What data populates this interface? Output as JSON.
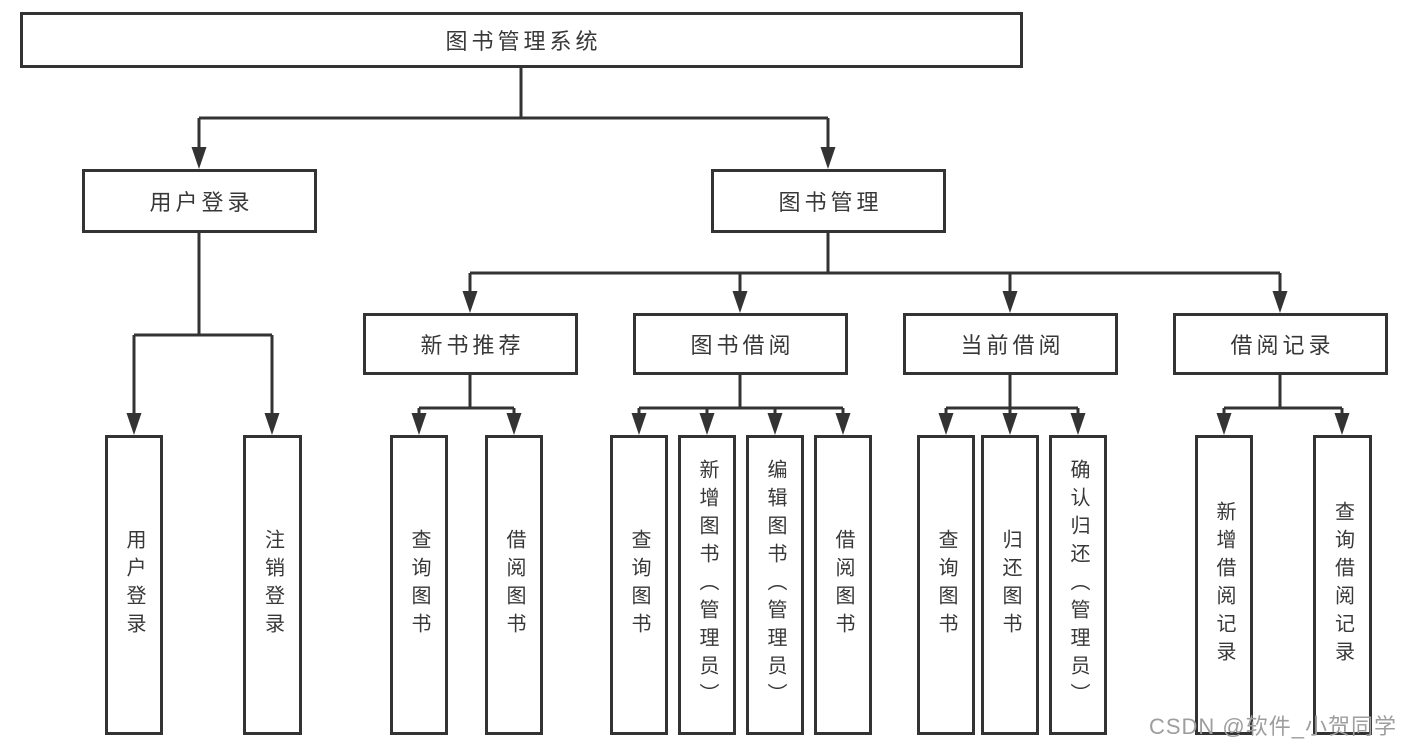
{
  "diagram": {
    "root": {
      "label": "图书管理系统"
    },
    "branches": [
      {
        "label": "用户登录",
        "children": [
          {
            "label": "用户登录"
          },
          {
            "label": "注销登录"
          }
        ]
      },
      {
        "label": "图书管理",
        "children": [
          {
            "label": "新书推荐",
            "children": [
              {
                "label": "查询图书"
              },
              {
                "label": "借阅图书"
              }
            ]
          },
          {
            "label": "图书借阅",
            "children": [
              {
                "label": "查询图书"
              },
              {
                "label": "新增图书（管理员）"
              },
              {
                "label": "编辑图书（管理员）"
              },
              {
                "label": "借阅图书"
              }
            ]
          },
          {
            "label": "当前借阅",
            "children": [
              {
                "label": "查询图书"
              },
              {
                "label": "归还图书"
              },
              {
                "label": "确认归还（管理员）"
              }
            ]
          },
          {
            "label": "借阅记录",
            "children": [
              {
                "label": "新增借阅记录"
              },
              {
                "label": "查询借阅记录"
              }
            ]
          }
        ]
      }
    ],
    "colors": {
      "line": "#333333",
      "text": "#383838",
      "box_background": "#ffffff",
      "watermark": "#9e9e9e"
    }
  },
  "watermark": {
    "text": "CSDN @软件_小贺同学"
  }
}
